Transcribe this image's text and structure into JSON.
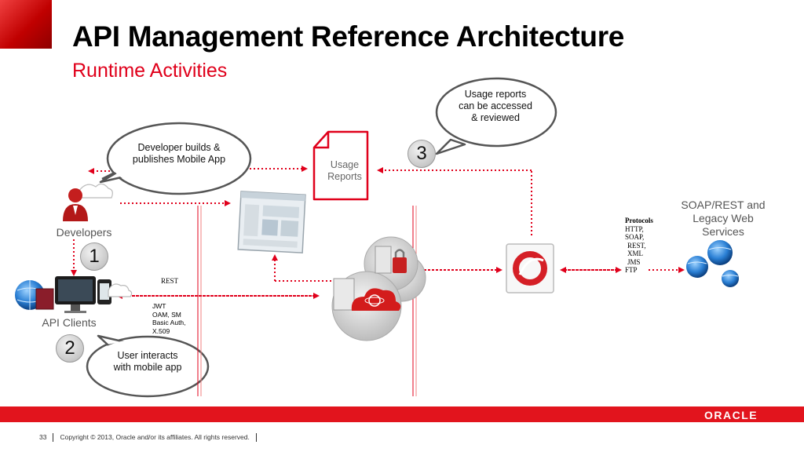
{
  "title": "API Management Reference Architecture",
  "subtitle": "Runtime Activities",
  "bubbles": {
    "developer": "Developer builds & publishes Mobile App",
    "usage": "Usage reports can be accessed & reviewed",
    "user": "User interacts with mobile app"
  },
  "nodes": {
    "developers": "Developers",
    "api_clients": "API Clients",
    "usage_reports": "Usage Reports",
    "soap_rest": "SOAP/REST and Legacy Web Services"
  },
  "steps": [
    "1",
    "2",
    "3"
  ],
  "labels": {
    "rest": "REST",
    "auth": [
      "JWT",
      "OAM, SM",
      "Basic Auth,",
      "X.509"
    ],
    "protocols_title": "Protocols",
    "protocols": [
      "HTTP,",
      "SOAP,",
      "REST,",
      "XML",
      "JMS",
      "FTP"
    ]
  },
  "footer": {
    "page": "33",
    "copyright": "Copyright © 2013, Oracle and/or its affiliates. All rights reserved.",
    "logo": "ORACLE"
  },
  "colors": {
    "accent": "#e0001b",
    "dotted_line": "#e0001b",
    "bubble_border": "#555555"
  }
}
